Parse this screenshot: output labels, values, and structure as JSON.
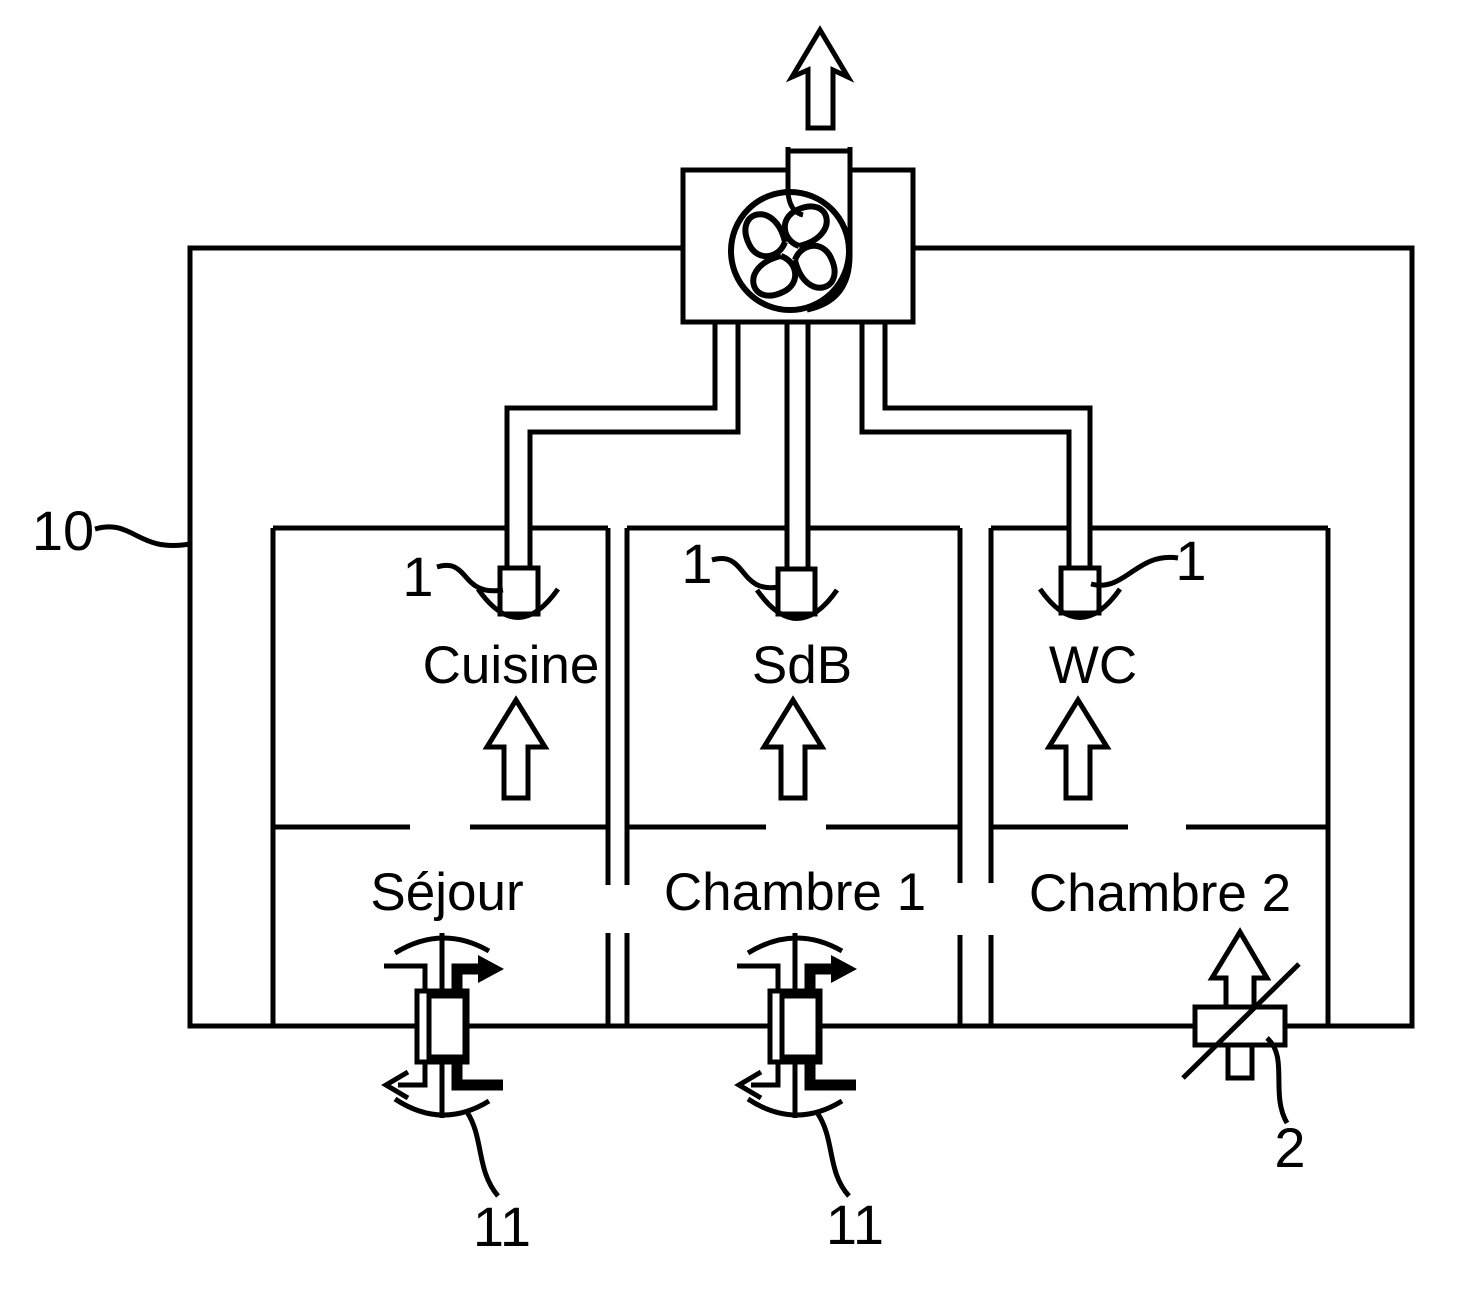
{
  "figure": {
    "type": "patent-style ventilation system schematic",
    "refs": {
      "system_envelope": "10",
      "extraction_vent": "1",
      "transfer_valve": "11",
      "air_inlet": "2"
    },
    "rooms": {
      "kitchen": "Cuisine",
      "bathroom": "SdB",
      "toilet": "WC",
      "living_room": "Séjour",
      "bedroom1": "Chambre 1",
      "bedroom2": "Chambre 2"
    },
    "icons": {
      "fan": "centrifugal-fan",
      "exhaust_arrow": "up-arrow",
      "room_airflow_arrows": "up-arrow",
      "inlet_arrow": "up-arrow-slashed"
    },
    "colors": {
      "line": "#000000",
      "background": "#ffffff"
    }
  }
}
